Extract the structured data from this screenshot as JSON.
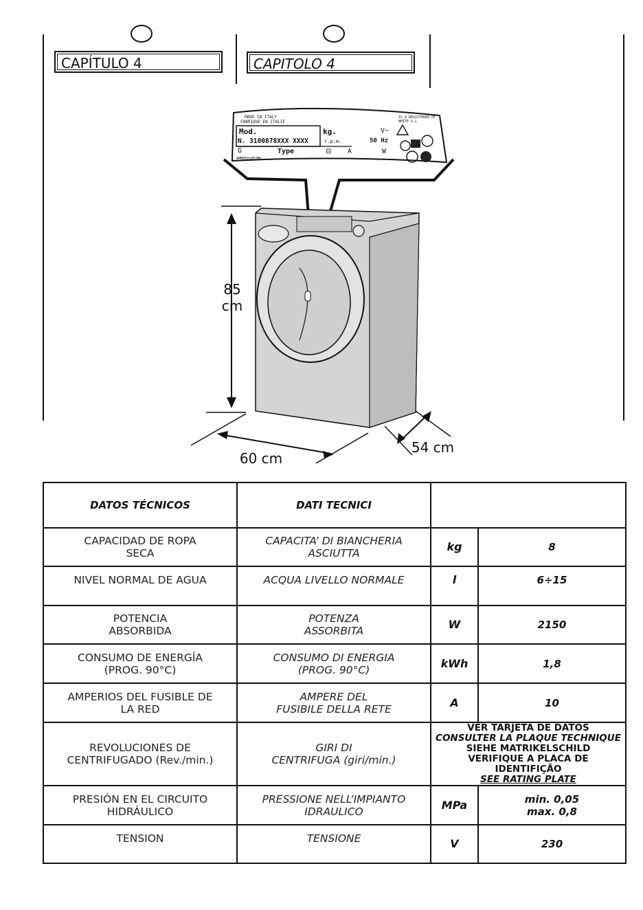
{
  "header": {
    "chapter_es": "CAPÍTULO 4",
    "chapter_it": "CAPITOLO 4"
  },
  "figure": {
    "rating_plate": {
      "line1": "MADE IN ITALY",
      "line2": "FABRIQUE EN ITALIE",
      "mod": "Mod.",
      "kg": "kg.",
      "volt": "V~",
      "serial": "N. 3100878XXX XXXX",
      "rpm": "r.p.m.",
      "hz": "50 Hz",
      "g": "G",
      "type": "Type",
      "amp": "A",
      "watt": "W",
      "footer": "AMM06918E2M6",
      "registered": "IS A REGISTERED OF WHITE S.L"
    },
    "height_value": "85",
    "height_unit": "cm",
    "width_label": "60 cm",
    "depth_label": "54 cm"
  },
  "table": {
    "headers": [
      "DATOS TÉCNICOS",
      "DATI TECNICI",
      ""
    ],
    "rows": [
      {
        "es": [
          "CAPACIDAD DE ROPA",
          "SECA"
        ],
        "it": [
          "CAPACITA’ DI BIANCHERIA",
          "ASCIUTTA"
        ],
        "unit": "kg",
        "value": [
          "8"
        ]
      },
      {
        "es": [
          "NIVEL NORMAL DE AGUA"
        ],
        "it": [
          "ACQUA LIVELLO NORMALE"
        ],
        "unit": "l",
        "value": [
          "6÷15"
        ]
      },
      {
        "es": [
          "POTENCIA",
          "ABSORBIDA"
        ],
        "it": [
          "POTENZA",
          "ASSORBITA"
        ],
        "unit": "W",
        "value": [
          "2150"
        ]
      },
      {
        "es": [
          "CONSUMO DE ENERGÍA",
          "(PROG. 90°C)"
        ],
        "it": [
          "CONSUMO DI ENERGIA",
          "(PROG. 90°C)"
        ],
        "unit": "kWh",
        "value": [
          "1,8"
        ]
      },
      {
        "es": [
          "AMPERIOS DEL FUSIBLE DE",
          "LA RED"
        ],
        "it": [
          "AMPERE DEL",
          "FUSIBILE DELLA RETE"
        ],
        "unit": "A",
        "value": [
          "10"
        ]
      },
      {
        "es": [
          "REVOLUCIONES DE",
          "CENTRIFUGADO (Rev./min.)"
        ],
        "it": [
          "GIRI DI",
          "CENTRIFUGA (giri/min.)"
        ],
        "notice": [
          "VER TARJETA DE DATOS",
          "CONSULTER LA PLAQUE TECHNIQUE",
          "SIEHE MATRIKELSCHILD",
          "VERIFIQUE A PLACA DE IDENTIFIÇÃO",
          "SEE RATING PLATE"
        ]
      },
      {
        "es": [
          "PRESIÓN EN EL CIRCUITO",
          "HIDRÁULICO"
        ],
        "it": [
          "PRESSIONE NELL’IMPIANTO",
          "IDRAULICO"
        ],
        "unit": "MPa",
        "value": [
          "min. 0,05",
          "max. 0,8"
        ]
      },
      {
        "es": [
          "TENSION"
        ],
        "it": [
          "TENSIONE"
        ],
        "unit": "V",
        "value": [
          "230"
        ]
      }
    ]
  }
}
